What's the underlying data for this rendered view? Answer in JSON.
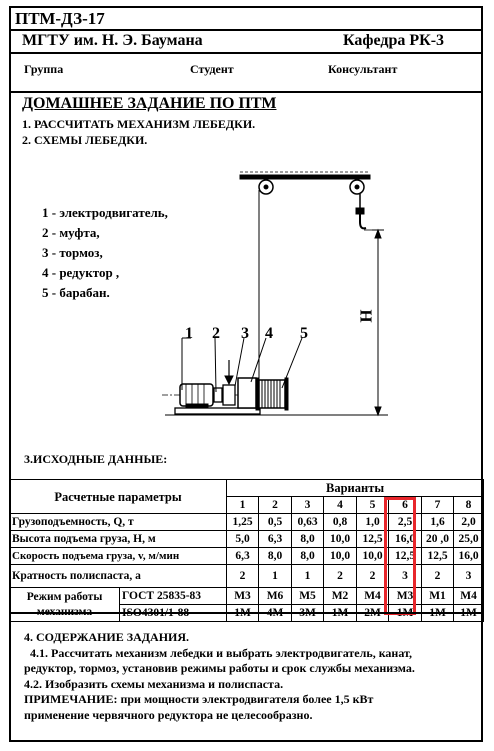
{
  "header": {
    "code": "ПТМ-ДЗ-17",
    "university": "МГТУ им. Н. Э. Баумана",
    "department": "Кафедра РК-3",
    "group_label": "Группа",
    "student_label": "Студент",
    "consultant_label": "Консультант"
  },
  "assignment": {
    "title": "ДОМАШНЕЕ ЗАДАНИЕ ПО ПТМ",
    "item1": "1. РАССЧИТАТЬ  МЕХАНИЗМ  ЛЕБЕДКИ.",
    "item2": "2. СХЕМЫ   ЛЕБЕДКИ."
  },
  "legend": [
    "1 - электродвигатель,",
    "2 - муфта,",
    "3 - тормоз,",
    "4 - редуктор ,",
    "5 - барабан."
  ],
  "diagram": {
    "callouts": [
      "1",
      "2",
      "3",
      "4",
      "5"
    ],
    "height_label": "H"
  },
  "input_data": {
    "title": "3.ИСХОДНЫЕ ДАННЫЕ:",
    "params_header": "Расчетные параметры",
    "variants_header": "Варианты",
    "variants": [
      "1",
      "2",
      "3",
      "4",
      "5",
      "6",
      "7",
      "8"
    ],
    "rows": [
      {
        "label": "Грузоподъемность, Q, т",
        "values": [
          "1,25",
          "0,5",
          "0,63",
          "0,8",
          "1,0",
          "2,5",
          "1,6",
          "2,0"
        ]
      },
      {
        "label": "Высота подъема груза, Н, м",
        "values": [
          "5,0",
          "6,3",
          "8,0",
          "10,0",
          "12,5",
          "16,0",
          "20 ,0",
          "25,0"
        ]
      },
      {
        "label": "Скорость подъема груза, v, м/мин",
        "values": [
          "6,3",
          "8,0",
          "8,0",
          "10,0",
          "10,0",
          "12,5",
          "12,5",
          "16,0"
        ]
      },
      {
        "label": "Кратность полиспаста, а",
        "values": [
          "2",
          "1",
          "1",
          "2",
          "2",
          "3",
          "2",
          "3"
        ]
      }
    ],
    "mode_label_line1": "Режим работы",
    "mode_label_line2": "механизма",
    "standards": [
      {
        "name": "ГОСТ 25835-83",
        "values": [
          "М3",
          "М6",
          "М5",
          "М2",
          "М4",
          "М3",
          "М1",
          "М4"
        ]
      },
      {
        "name": "ISO4301/1-88",
        "values": [
          "1М",
          "4М",
          "3М",
          "1М",
          "2М",
          "1М",
          "1М",
          "1М"
        ]
      }
    ],
    "highlight_color": "#e8262b"
  },
  "task": {
    "title": "4. СОДЕРЖАНИЕ ЗАДАНИЯ.",
    "line1": "4.1. Рассчитать механизм лебедки и выбрать электродвигатель, канат,",
    "line2": "редуктор, тормоз, установив режимы работы и срок службы механизма.",
    "line3": "4.2. Изобразить схемы механизма и полиспаста.",
    "line4": "ПРИМЕЧАНИЕ: при мощности электродвигателя более 1,5 кВт",
    "line5": "применение червячного редуктора не целесообразно."
  }
}
